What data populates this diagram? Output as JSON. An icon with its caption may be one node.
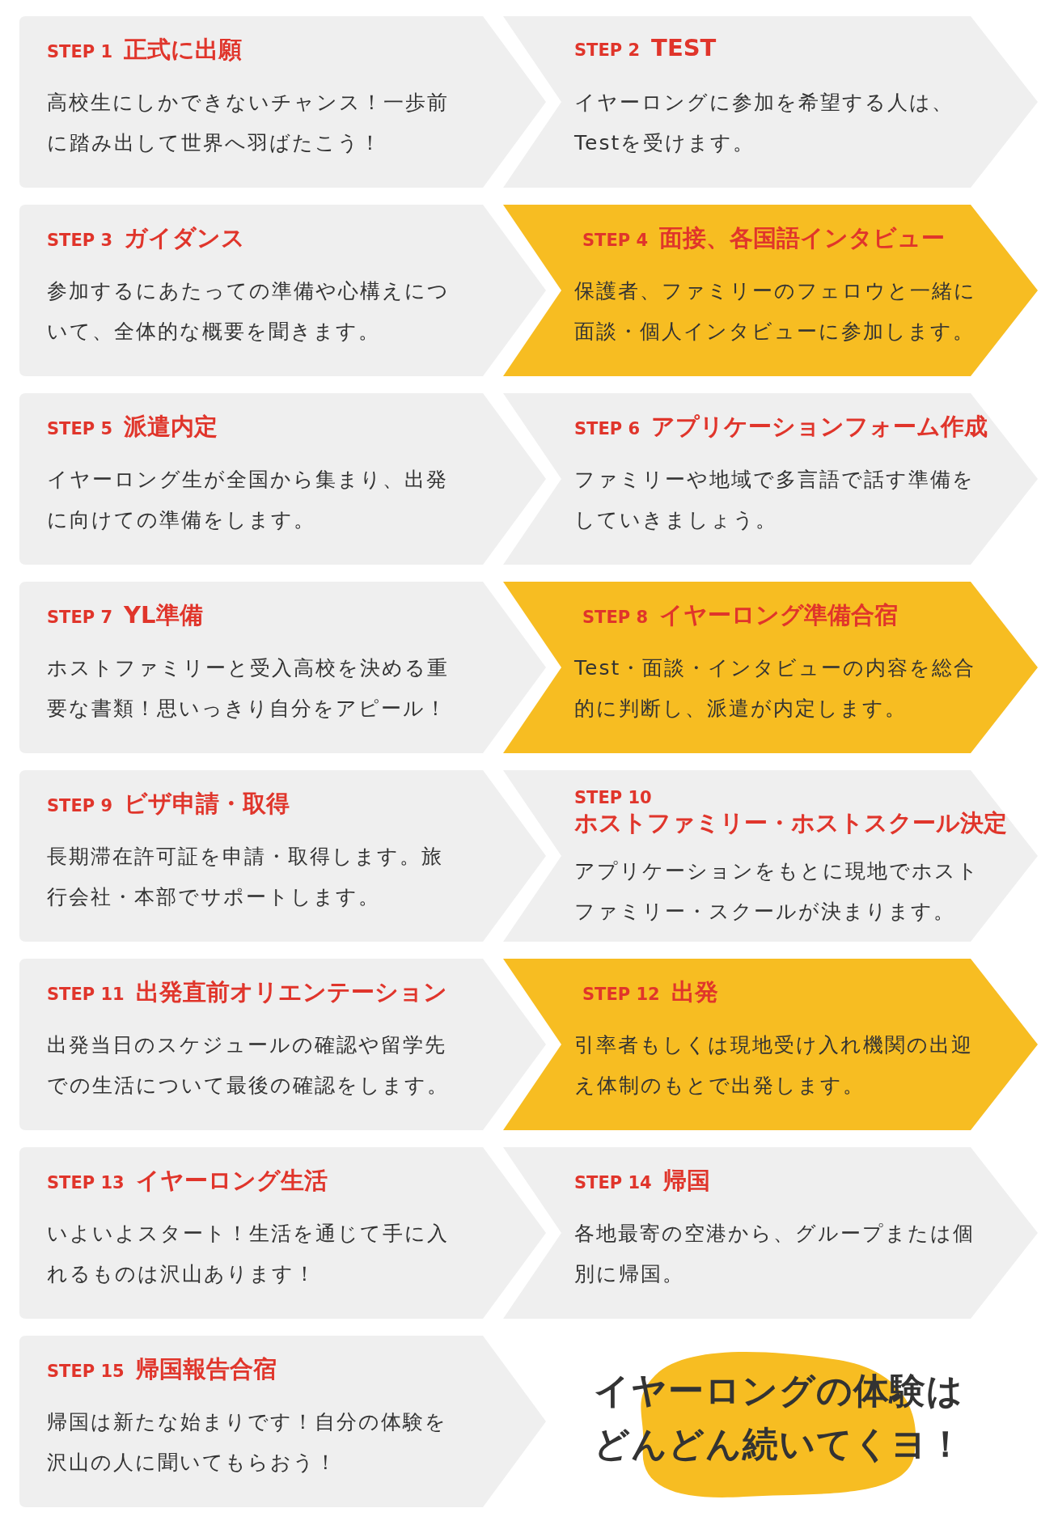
{
  "diagram": {
    "nodes": [
      {
        "text": [
          "STEP 1",
          "正式に出願",
          "高校生にしかできないチャンス！一歩前に踏み出して世界へ羽ばたこう！"
        ]
      },
      {
        "text": [
          "STEP 2",
          "TEST",
          "イヤーロングに参加を希望する人は、Testを受けます。"
        ]
      },
      {
        "text": [
          "STEP 3",
          "ガイダンス",
          "参加するにあたっての準備や心構えについて、全体的な概要を聞きます。"
        ]
      },
      {
        "text": [
          "STEP 4",
          "面接、各国語インタビュー",
          "保護者、ファミリーのフェロウと一緒に面談・個人インタビューに参加します。"
        ]
      },
      {
        "text": [
          "STEP 5",
          "派遣内定",
          "イヤーロング生が全国から集まり、出発に向けての準備をします。"
        ]
      },
      {
        "text": [
          "STEP 6",
          "アプリケーションフォーム作成",
          "ファミリーや地域で多言語で話す準備をしていきましょう。"
        ]
      },
      {
        "text": [
          "STEP 7",
          "YL準備",
          "ホストファミリーと受入高校を決める重要な書類！思いっきり自分をアピール！"
        ]
      },
      {
        "text": [
          "STEP 8",
          "イヤーロング準備合宿",
          "Test・面談・インタビューの内容を総合的に判断し、派遣が内定します。"
        ]
      },
      {
        "text": [
          "STEP 9",
          "ビザ申請・取得",
          "長期滞在許可証を申請・取得します。旅行会社・本部でサポートします。"
        ]
      },
      {
        "text": [
          "STEP 10",
          "ホストファミリー・ホストスクール決定",
          "アプリケーションをもとに現地でホストファミリー・スクールが決まります。"
        ]
      },
      {
        "text": [
          "STEP 11",
          "出発直前オリエンテーション",
          "出発当日のスケジュールの確認や留学先での生活について最後の確認をします。"
        ]
      },
      {
        "text": [
          "STEP 12",
          "出発",
          "引率者もしくは現地受け入れ機関の出迎え体制のもとで出発します。"
        ]
      },
      {
        "text": [
          "STEP 13",
          "イヤーロング生活",
          "いよいよスタート！生活を通じて手に入れるものは沢山あります！"
        ]
      },
      {
        "text": [
          "STEP 14",
          "帰国",
          "各地最寄の空港から、グループまたは個別に帰国。"
        ]
      },
      {
        "text": [
          "STEP 15",
          "帰国報告合宿",
          "帰国は新たな始まりです！自分の体験を沢山の人に聞いてもらおう！"
        ]
      },
      {
        "text": [
          "イヤーロングの体験はどんどん続いてくヨ！"
        ]
      }
    ]
  }
}
